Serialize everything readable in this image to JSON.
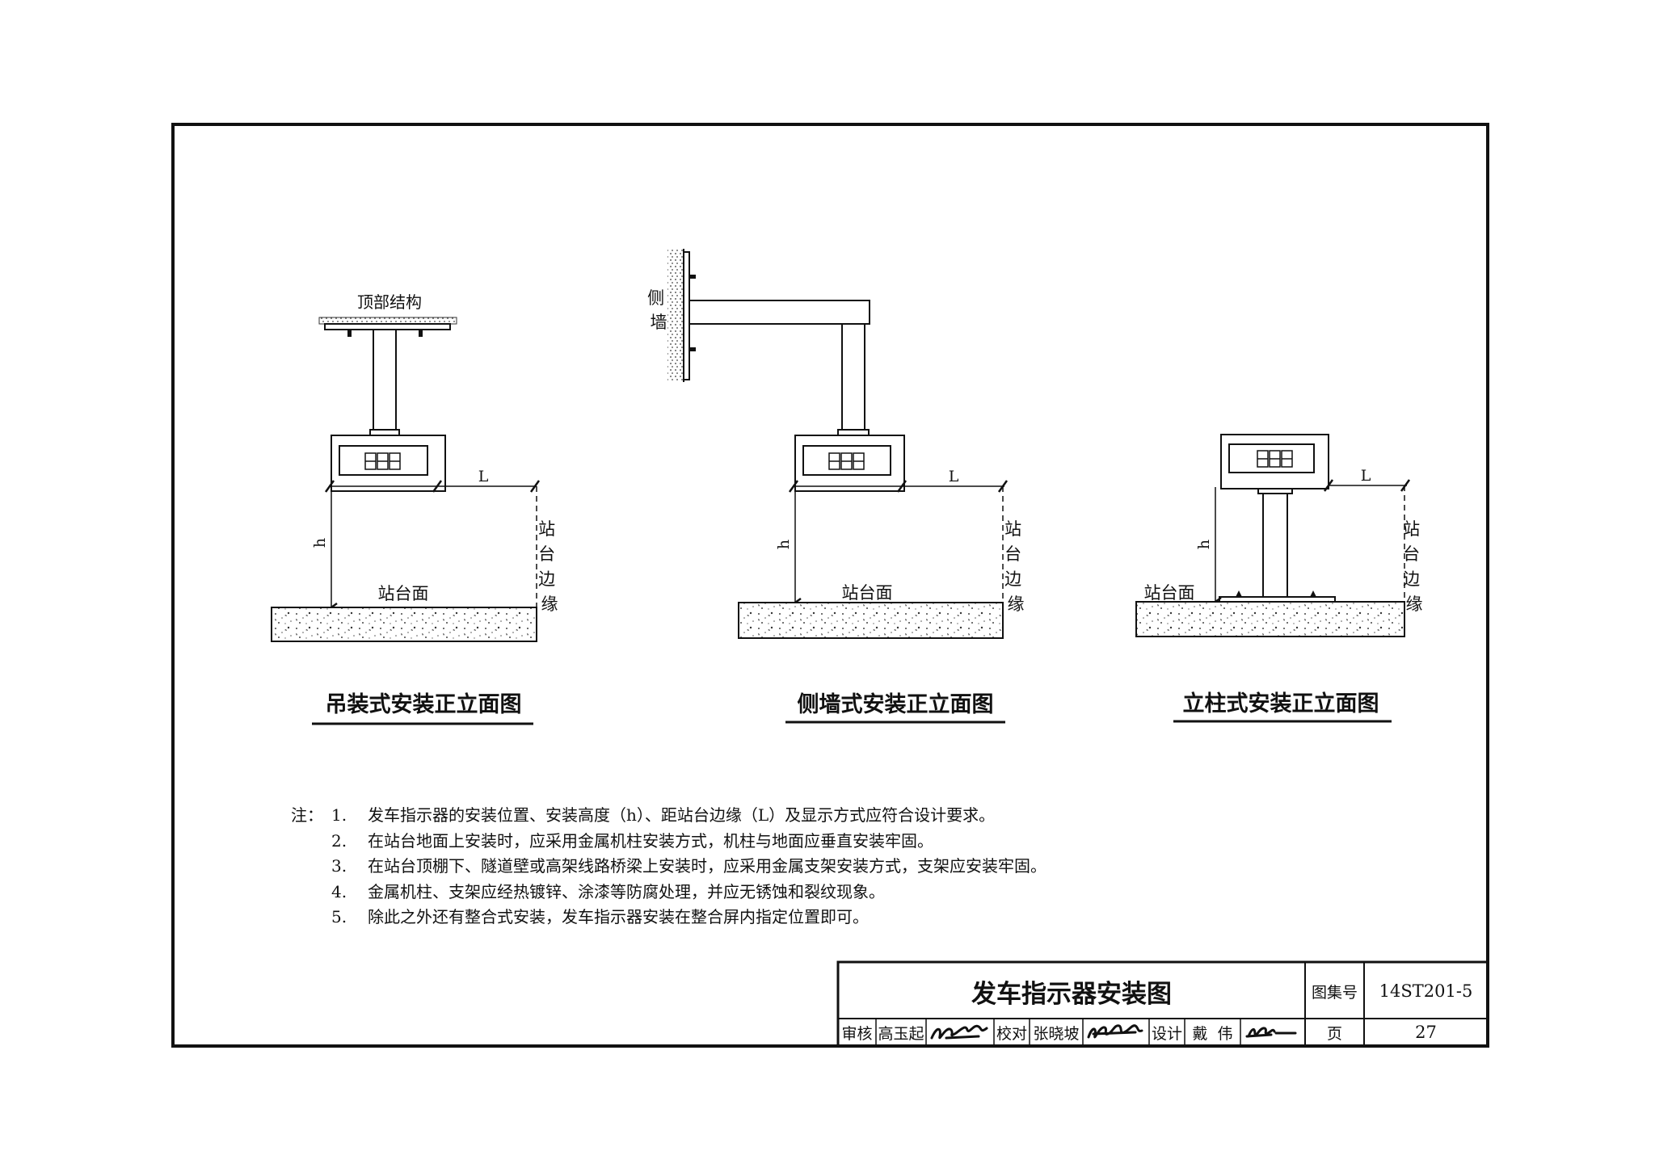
{
  "sheet_title": "发车指示器安装图",
  "atlas_label": "图集号",
  "atlas_no": "14ST201-5",
  "page_label": "页",
  "page_no": "27",
  "signatures": {
    "review_label": "审核",
    "review_name": "高玉起",
    "check_label": "校对",
    "check_name": "张晓坡",
    "design_label": "设计",
    "design_name": "戴  伟"
  },
  "views": [
    {
      "caption": "吊装式安装正立面图",
      "top_label": "顶部结构",
      "dim_l": "L",
      "dim_h": "h",
      "floor_label": "站台面",
      "edge_label": [
        "站",
        "台",
        "边",
        "缘"
      ]
    },
    {
      "caption": "侧墙式安装正立面图",
      "wall_label": [
        "侧",
        "墙"
      ],
      "dim_l": "L",
      "dim_h": "h",
      "floor_label": "站台面",
      "edge_label": [
        "站",
        "台",
        "边",
        "缘"
      ]
    },
    {
      "caption": "立柱式安装正立面图",
      "dim_l": "L",
      "dim_h": "h",
      "floor_label": "站台面",
      "edge_label": [
        "站",
        "台",
        "边",
        "缘"
      ]
    }
  ],
  "notes": {
    "heading": "注：",
    "items": [
      {
        "num": "1.",
        "text": "发车指示器的安装位置、安装高度（h）、距站台边缘（L）及显示方式应符合设计要求。"
      },
      {
        "num": "2.",
        "text": "在站台地面上安装时，应采用金属机柱安装方式，机柱与地面应垂直安装牢固。"
      },
      {
        "num": "3.",
        "text": "在站台顶棚下、隧道壁或高架线路桥梁上安装时，应采用金属支架安装方式，支架应安装牢固。"
      },
      {
        "num": "4.",
        "text": "金属机柱、支架应经热镀锌、涂漆等防腐处理，并应无锈蚀和裂纹现象。"
      },
      {
        "num": "5.",
        "text": "除此之外还有整合式安装，发车指示器安装在整合屏内指定位置即可。"
      }
    ]
  }
}
